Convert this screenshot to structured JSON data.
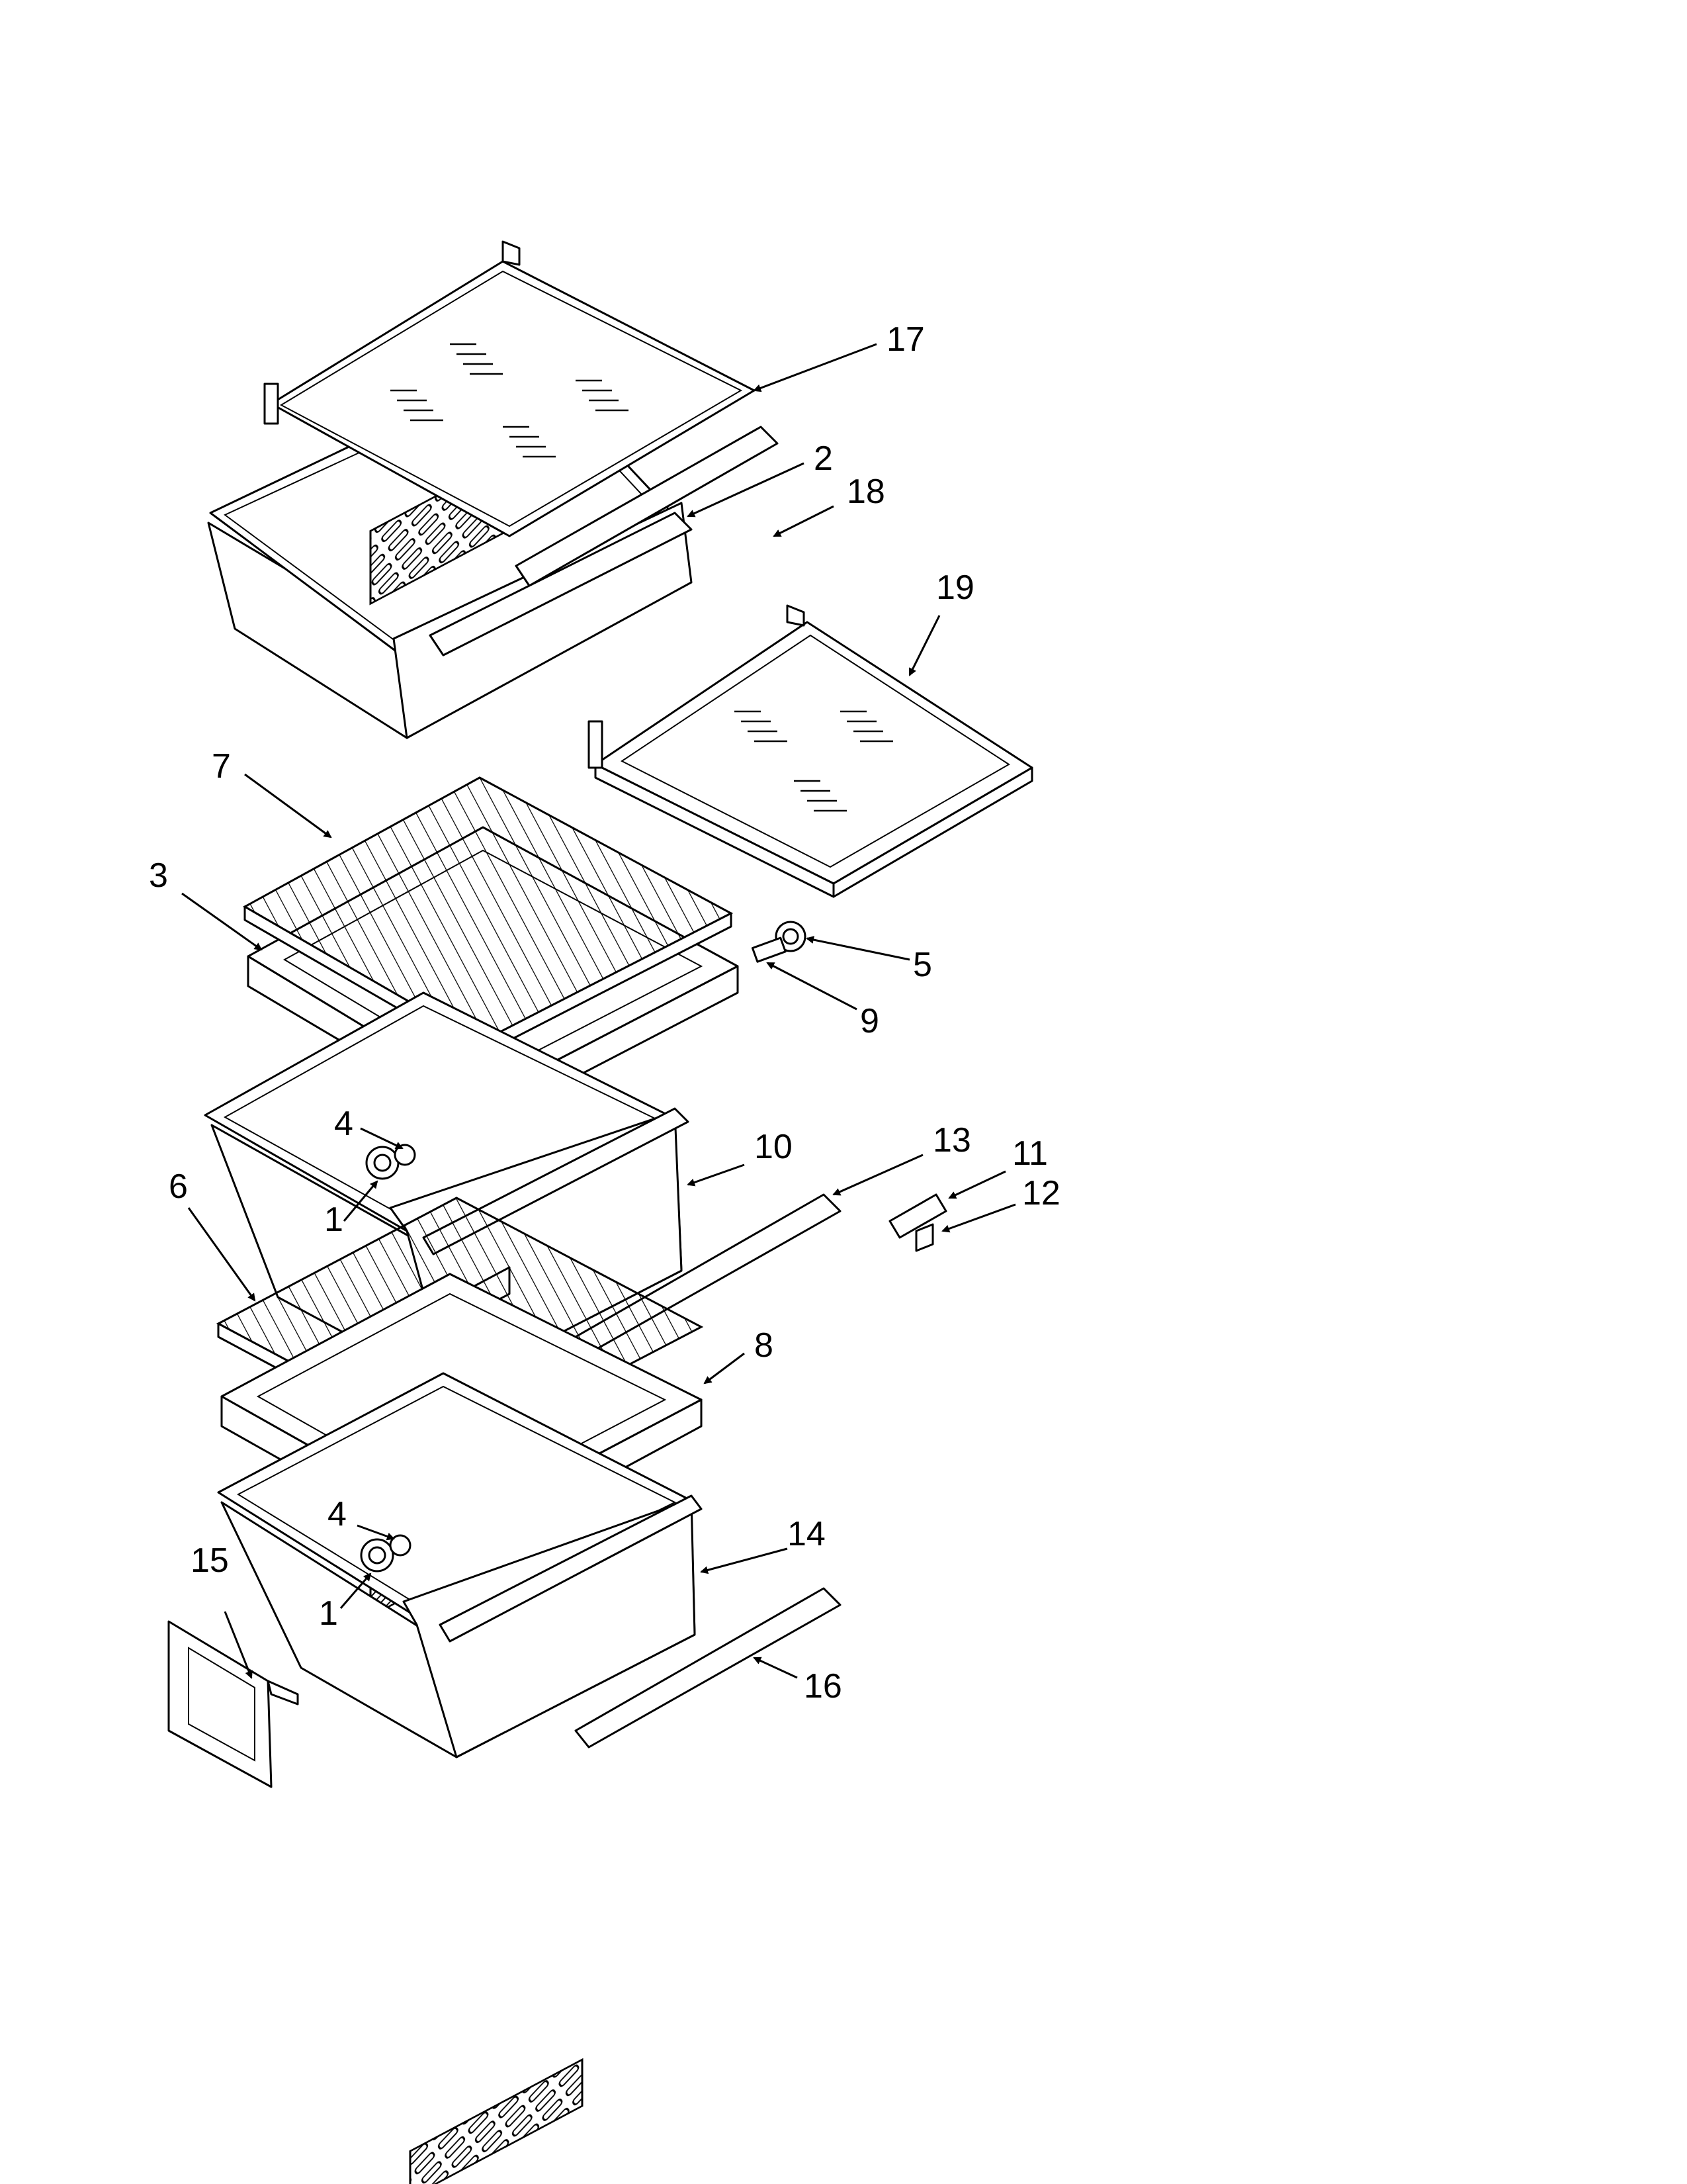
{
  "callouts": [
    {
      "id": "c17",
      "label": "17"
    },
    {
      "id": "c2",
      "label": "2"
    },
    {
      "id": "c18",
      "label": "18"
    },
    {
      "id": "c19",
      "label": "19"
    },
    {
      "id": "c7",
      "label": "7"
    },
    {
      "id": "c3",
      "label": "3"
    },
    {
      "id": "c5",
      "label": "5"
    },
    {
      "id": "c9",
      "label": "9"
    },
    {
      "id": "c4a",
      "label": "4"
    },
    {
      "id": "c1a",
      "label": "1"
    },
    {
      "id": "c10",
      "label": "10"
    },
    {
      "id": "c13",
      "label": "13"
    },
    {
      "id": "c11",
      "label": "11"
    },
    {
      "id": "c12",
      "label": "12"
    },
    {
      "id": "c6",
      "label": "6"
    },
    {
      "id": "c8",
      "label": "8"
    },
    {
      "id": "c4b",
      "label": "4"
    },
    {
      "id": "c14",
      "label": "14"
    },
    {
      "id": "c15",
      "label": "15"
    },
    {
      "id": "c1b",
      "label": "1"
    },
    {
      "id": "c16",
      "label": "16"
    }
  ]
}
